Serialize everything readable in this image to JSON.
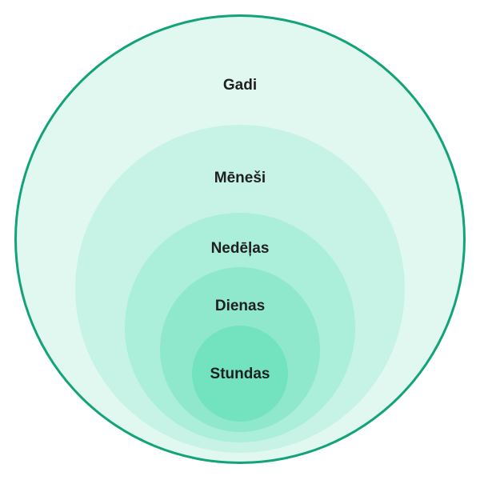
{
  "diagram": {
    "type": "nested-circles",
    "levels": [
      {
        "label": "Gadi",
        "color": "#e1f8f0"
      },
      {
        "label": "Mēneši",
        "color": "#c6f3e5"
      },
      {
        "label": "Nedēļas",
        "color": "#abeed9"
      },
      {
        "label": "Dienas",
        "color": "#90e8cc"
      },
      {
        "label": "Stundas",
        "color": "#72e2bf"
      }
    ],
    "outline_color": "#12a37a"
  }
}
